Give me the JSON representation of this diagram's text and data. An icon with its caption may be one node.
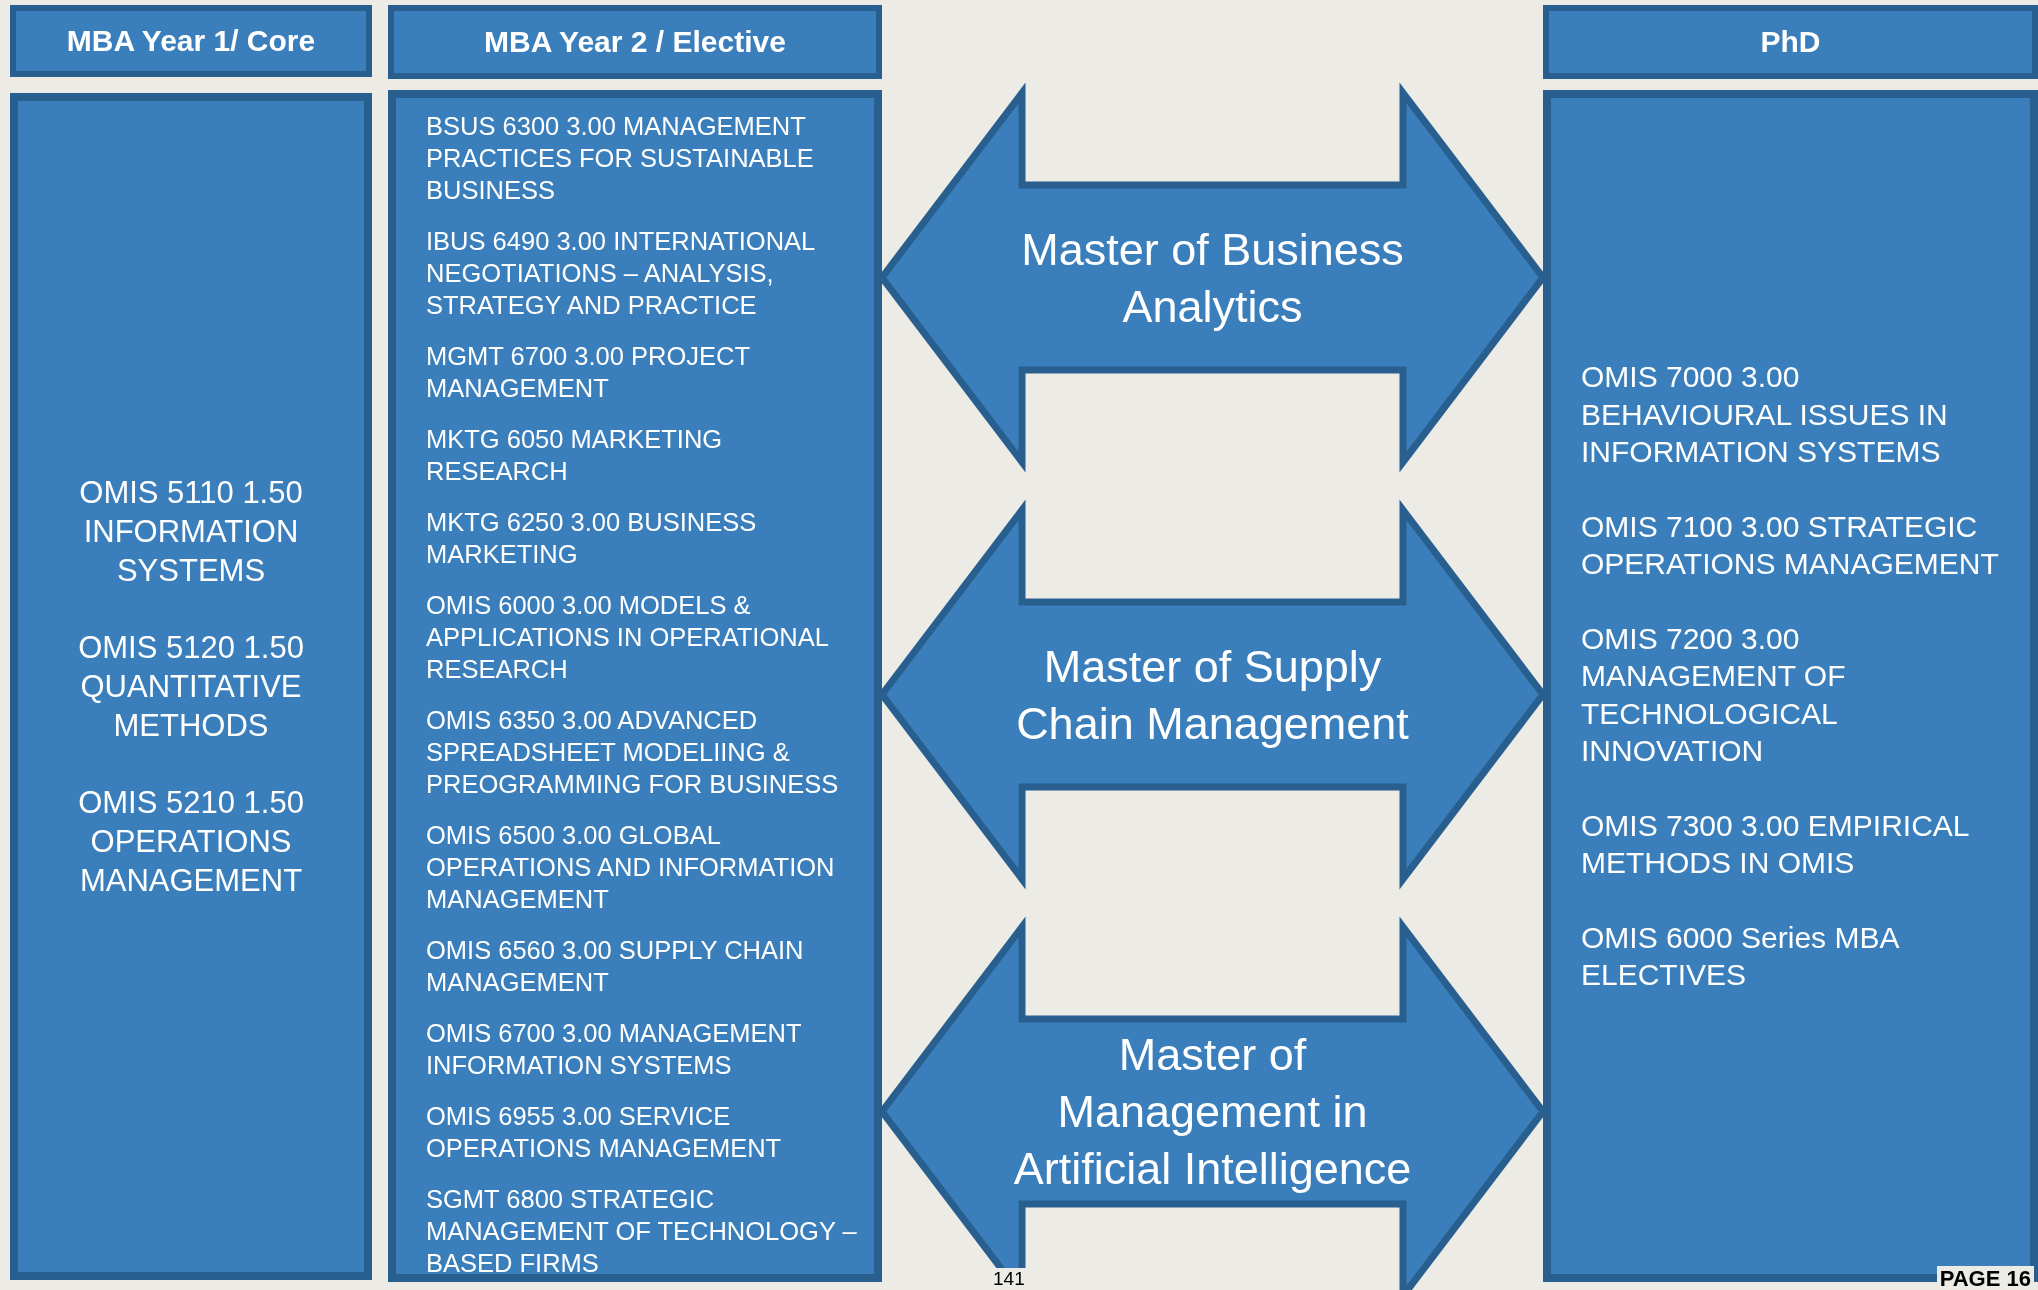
{
  "diagram": {
    "nodes": [
      {
        "text": [
          "MBA Year 1/ Core"
        ]
      },
      {
        "text": [
          "OMIS 5110 1.50 INFORMATION SYSTEMS",
          "OMIS 5120 1.50 QUANTITATIVE METHODS",
          "OMIS 5210 1.50 OPERATIONS MANAGEMENT"
        ]
      },
      {
        "text": [
          "MBA Year 2 / Elective"
        ]
      },
      {
        "text": [
          "BSUS 6300 3.00 MANAGEMENT PRACTICES FOR SUSTAINABLE BUSINESS",
          "IBUS 6490 3.00 INTERNATIONAL NEGOTIATIONS – ANALYSIS, STRATEGY AND PRACTICE",
          "MGMT 6700 3.00 PROJECT MANAGEMENT",
          "MKTG 6050 MARKETING RESEARCH",
          "MKTG 6250 3.00 BUSINESS MARKETING",
          "OMIS 6000 3.00 MODELS & APPLICATIONS IN OPERATIONAL RESEARCH",
          "OMIS 6350 3.00 ADVANCED SPREADSHEET MODELIING & PREOGRAMMING FOR BUSINESS",
          "OMIS 6500 3.00 GLOBAL OPERATIONS AND INFORMATION MANAGEMENT",
          "OMIS 6560 3.00 SUPPLY CHAIN MANAGEMENT",
          "OMIS 6700 3.00 MANAGEMENT INFORMATION SYSTEMS",
          "OMIS 6955 3.00 SERVICE OPERATIONS MANAGEMENT",
          "SGMT 6800 STRATEGIC MANAGEMENT OF TECHNOLOGY – BASED FIRMS"
        ]
      },
      {
        "text": [
          "PhD"
        ]
      },
      {
        "text": [
          "OMIS 7000 3.00 BEHAVIOURAL ISSUES IN INFORMATION SYSTEMS",
          "OMIS 7100 3.00 STRATEGIC OPERATIONS MANAGEMENT",
          "OMIS 7200 3.00 MANAGEMENT OF TECHNOLOGICAL INNOVATION",
          "OMIS 7300 3.00 EMPIRICAL METHODS IN OMIS",
          "OMIS 6000 Series MBA ELECTIVES"
        ]
      }
    ],
    "edges": [
      {
        "from": 3,
        "to": 5,
        "arrow": "both",
        "label": "Master of Business Analytics"
      },
      {
        "from": 3,
        "to": 5,
        "arrow": "both",
        "label": "Master of Supply Chain Management"
      },
      {
        "from": 3,
        "to": 5,
        "arrow": "both",
        "label": "Master of Management in Artificial Intelligence"
      }
    ],
    "labels": [
      "141",
      "PAGE 16"
    ]
  }
}
